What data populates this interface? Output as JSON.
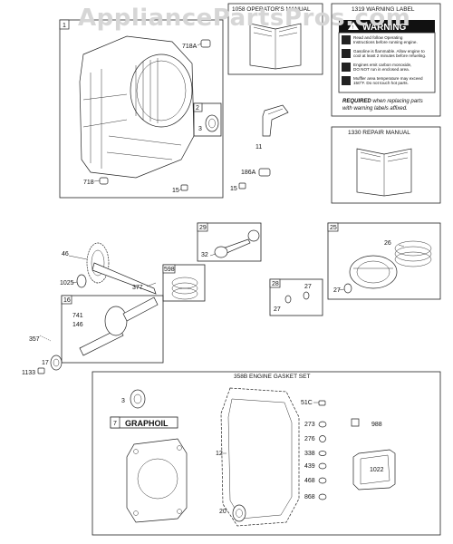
{
  "watermark": "AppliancePartsPros.com",
  "boxes": {
    "b1": "1",
    "b2": "2",
    "b1058": "1058 OPERATOR'S MANUAL",
    "b1319": "1319 WARNING LABEL",
    "b1330": "1330 REPAIR MANUAL",
    "b29": "29",
    "b25": "25",
    "b598": "598",
    "b28": "28",
    "b16": "16",
    "b358": "358B ENGINE GASKET SET",
    "b7": "7"
  },
  "warning_label": {
    "title": "WARNING",
    "lines": [
      "Read and follow Operating",
      "Instructions before running engine.",
      "Gasoline is flammable. Allow engine to",
      "cool at least 2 minutes before refueling.",
      "Engines emit carbon monoxide,",
      "DO NOT run in enclosed area.",
      "Muffler area temperature may exceed",
      "150°F. Do not touch hot parts."
    ],
    "required_bold": "REQUIRED",
    "required_rest": " when replacing parts",
    "required_line2": "with warning labels affixed."
  },
  "graphoil": "GRAPHOIL",
  "parts": {
    "p718a": "718A",
    "p3a": "3",
    "p718": "718",
    "p15": "15",
    "p11": "11",
    "p186a": "186A",
    "p15b": "15",
    "p46": "46",
    "p1025": "1025",
    "p377": "377",
    "p32": "32",
    "p26": "26",
    "p27a": "27",
    "p27b": "27",
    "p27c": "27",
    "p741": "741",
    "p146": "146",
    "p357": "357",
    "p17": "17",
    "p1133": "1133",
    "p3b": "3",
    "p12": "12",
    "p20": "20",
    "p51c": "51C",
    "p273": "273",
    "p276": "276",
    "p338": "338",
    "p439": "439",
    "p468": "468",
    "p868": "868",
    "p988": "988",
    "p1022": "1022"
  }
}
